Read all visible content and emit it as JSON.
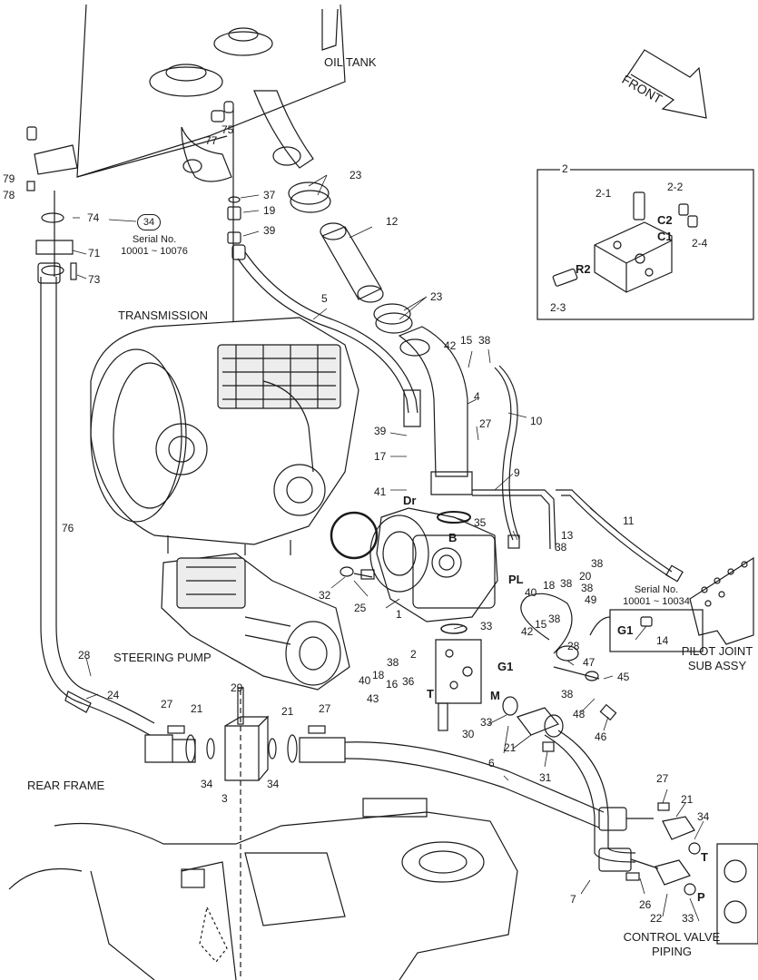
{
  "captions": {
    "oil_tank": "OIL TANK",
    "front": "FRONT",
    "transmission": "TRANSMISSION",
    "steering_pump": "STEERING PUMP",
    "rear_frame": "REAR FRAME",
    "pilot_joint_line1": "PILOT JOINT",
    "pilot_joint_line2": "SUB ASSY",
    "control_valve_line1": "CONTROL VALVE",
    "control_valve_line2": "PIPING"
  },
  "serial_notes": {
    "left_title": "Serial No.",
    "left_range": "10001 ~ 10076",
    "left_ref": "34",
    "right_title": "Serial No.",
    "right_range": "10001 ~ 10034"
  },
  "ports": {
    "dr": "Dr",
    "b": "B",
    "pl": "PL",
    "g1": "G1",
    "g1_inset": "G1",
    "t_valve": "T",
    "m": "M",
    "t_right": "T",
    "p_right": "P",
    "c2": "C2",
    "c1": "C1",
    "r2": "R2"
  },
  "detail_box": {
    "title": "2",
    "parts": [
      "2-1",
      "2-2",
      "2-3",
      "2-4"
    ]
  },
  "part_numbers": {
    "p1": "1",
    "p2": "2",
    "p3": "3",
    "p4": "4",
    "p5": "5",
    "p6": "6",
    "p7": "7",
    "p9": "9",
    "p10": "10",
    "p11": "11",
    "p12": "12",
    "p13": "13",
    "p14": "14",
    "p15a": "15",
    "p15b": "15",
    "p16": "16",
    "p17": "17",
    "p18a": "18",
    "p18b": "18",
    "p19": "19",
    "p20": "20",
    "p21a": "21",
    "p21b": "21",
    "p21c": "21",
    "p21d": "21",
    "p22": "22",
    "p23a": "23",
    "p23b": "23",
    "p24": "24",
    "p25": "25",
    "p26": "26",
    "p27a": "27",
    "p27b": "27",
    "p27c": "27",
    "p27d": "27",
    "p28a": "28",
    "p28b": "28",
    "p29": "29",
    "p30": "30",
    "p31": "31",
    "p32": "32",
    "p33a": "33",
    "p33b": "33",
    "p33c": "33",
    "p34a": "34",
    "p34b": "34",
    "p34c": "34",
    "p35": "35",
    "p36": "36",
    "p37": "37",
    "p38a": "38",
    "p38b": "38",
    "p38c": "38",
    "p38d": "38",
    "p38e": "38",
    "p38f": "38",
    "p38g": "38",
    "p38h": "38",
    "p39a": "39",
    "p39b": "39",
    "p40a": "40",
    "p40b": "40",
    "p41": "41",
    "p42a": "42",
    "p42b": "42",
    "p43": "43",
    "p45": "45",
    "p46": "46",
    "p47": "47",
    "p48": "48",
    "p49": "49",
    "p71": "71",
    "p73": "73",
    "p74": "74",
    "p75": "75",
    "p76": "76",
    "p77": "77",
    "p78": "78",
    "p79": "79"
  },
  "colors": {
    "line": "#1a1a1a",
    "background": "#ffffff",
    "fill_light": "#f2f2f2",
    "fill_mid": "#d0d0d0",
    "fill_dark": "#404040"
  }
}
